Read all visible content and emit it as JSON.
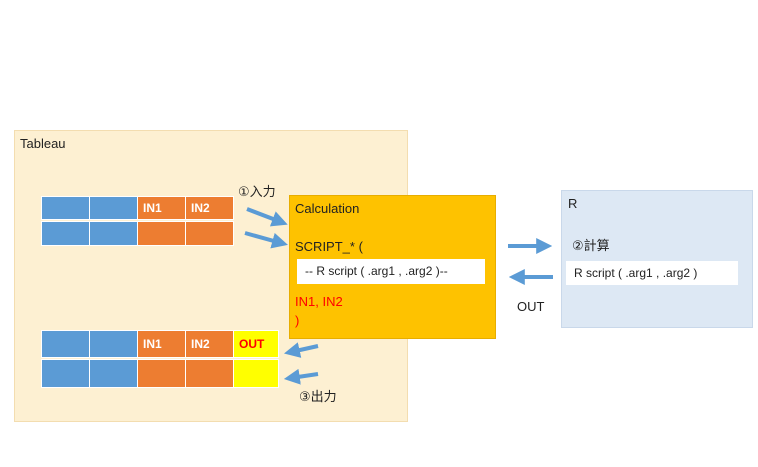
{
  "tableau": {
    "title": "Tableau"
  },
  "input_table": {
    "in1": "IN1",
    "in2": "IN2"
  },
  "output_table": {
    "in1": "IN1",
    "in2": "IN2",
    "out": "OUT"
  },
  "steps": {
    "input": "①入力",
    "calc": "②計算",
    "output": "③出力"
  },
  "calculation": {
    "title": "Calculation",
    "script_open": "SCRIPT_* (",
    "script_body": "-- R script ( .arg1 , .arg2 )--",
    "args": "IN1, IN2",
    "close": ")"
  },
  "r_env": {
    "title": "R",
    "script": "R script ( .arg1 , .arg2 )",
    "out_label": "OUT"
  },
  "colors": {
    "blue": "#5b9bd5",
    "orange": "#ed7d31",
    "yellow": "#ffff00",
    "calc": "#fec200",
    "arrow": "#5b9bd5"
  }
}
